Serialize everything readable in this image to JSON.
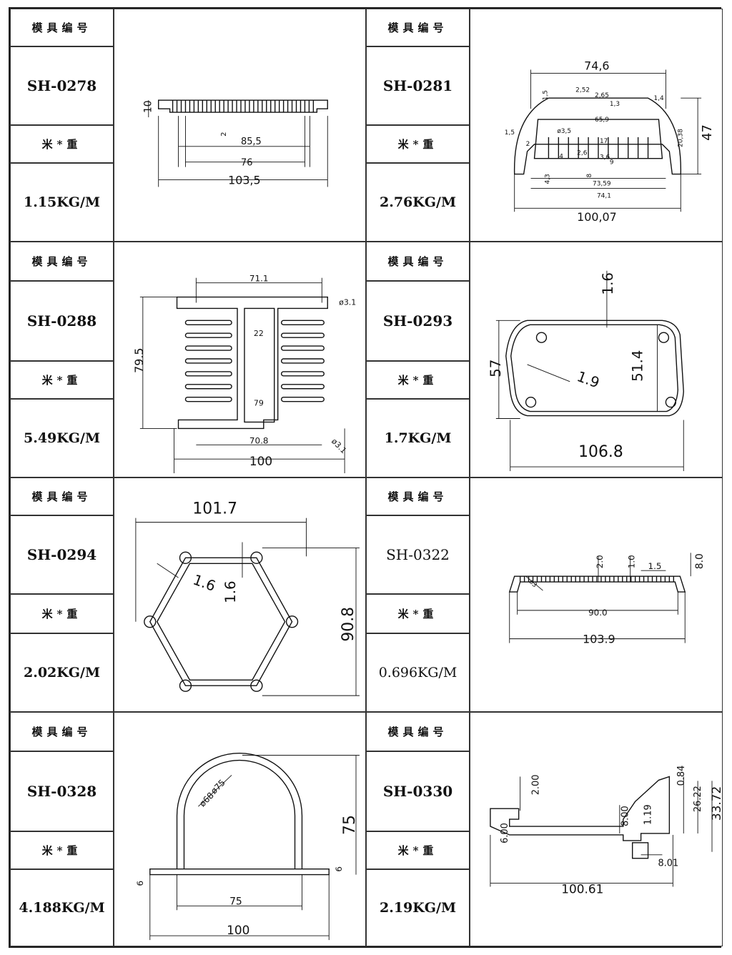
{
  "labels": {
    "mold_no": "模具编号",
    "weight": "米*重"
  },
  "items": [
    {
      "code": "SH-0278",
      "weight": "1.15KG/M",
      "dims": {
        "height": "10",
        "fin": "2",
        "inner": "85,5",
        "base": "76",
        "width": "103,5"
      }
    },
    {
      "code": "SH-0281",
      "weight": "2.76KG/M",
      "dims": {
        "top": "74,6",
        "d1": "2,52",
        "d2": "2,65",
        "d3": "1,3",
        "d4": "1,4",
        "d5": "1,5",
        "d6": "65,9",
        "d7": "ø3,5",
        "d8": "1,5",
        "d9": "2",
        "d10": "17",
        "d11": "20,38",
        "d12": "3,6",
        "d13": "9",
        "d14": "2,6",
        "d15": "4",
        "d16": "4,3",
        "d17": "8",
        "d18": "73,59",
        "d19": "74,1",
        "height": "47",
        "width": "100,07"
      }
    },
    {
      "code": "SH-0288",
      "weight": "5.49KG/M",
      "dims": {
        "top": "71.1",
        "hole": "ø3.1",
        "center": "22",
        "inner": "79",
        "height": "79.5",
        "bottom": "70.8",
        "hole2": "ø3.1",
        "width": "100"
      }
    },
    {
      "code": "SH-0293",
      "weight": "1.7KG/M",
      "dims": {
        "wall": "1.6",
        "height": "57",
        "diag": "1.9",
        "inner": "51.4",
        "width": "106.8"
      }
    },
    {
      "code": "SH-0294",
      "weight": "2.02KG/M",
      "dims": {
        "width": "101.7",
        "wall1": "1.6",
        "wall2": "1.6",
        "height": "90.8"
      }
    },
    {
      "code": "SH-0322",
      "weight": "0.696KG/M",
      "dims": {
        "d1": "2.0",
        "d2": "1.0",
        "d3": "1.5",
        "height": "8.0",
        "inner": "90.0",
        "width": "103.9",
        "hole": "ø3"
      }
    },
    {
      "code": "SH-0328",
      "weight": "4.188KG/M",
      "dims": {
        "outer": "ø75",
        "inner": "ø68",
        "height": "75",
        "foot1": "6",
        "foot2": "6",
        "base": "75",
        "width": "100"
      }
    },
    {
      "code": "SH-0330",
      "weight": "2.19KG/M",
      "dims": {
        "d1": "2.00",
        "d2": "0.84",
        "d3": "26.22",
        "d4": "33.72",
        "d5": "8.00",
        "d6": "1.19",
        "d7": "6.00",
        "d8": "8.01",
        "width": "100.61"
      }
    }
  ]
}
